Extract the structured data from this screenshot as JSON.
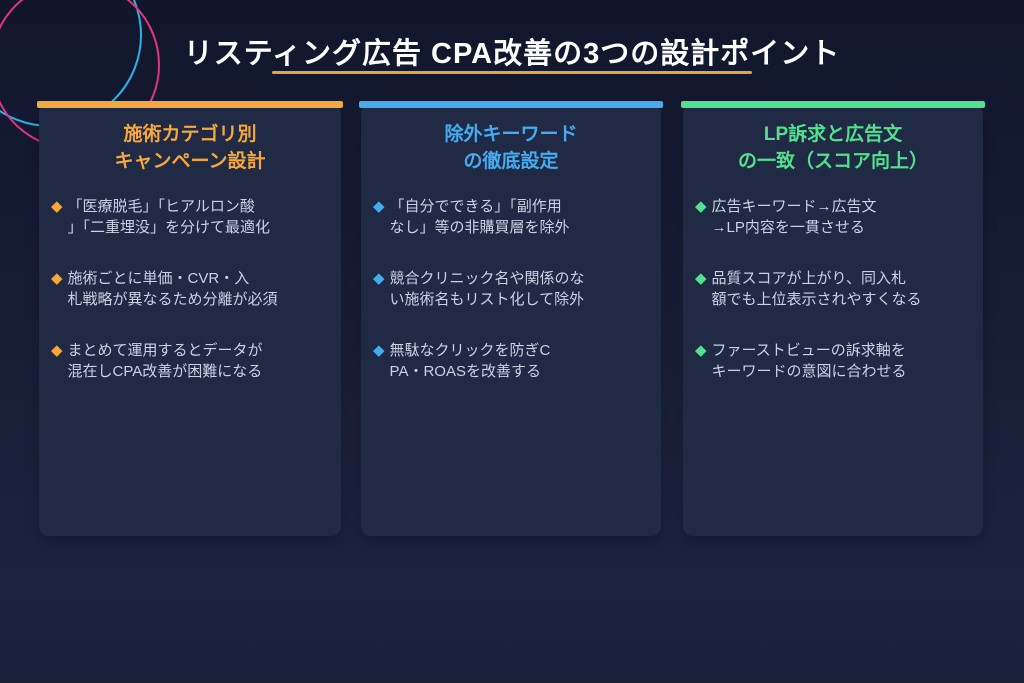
{
  "slide": {
    "title": "リスティング広告 CPA改善の3つの設計ポイント",
    "underline_color": "#e8a33c"
  },
  "decorations": {
    "circle_pink_color": "#e0357f",
    "circle_cyan_color": "#27b3e8"
  },
  "cards": [
    {
      "accent": "#f5a73c",
      "heading": "施術カテゴリ別\nキャンペーン設計",
      "bullets": [
        "「医療脱毛」「ヒアルロン酸\n」「二重埋没」を分けて最適化",
        "施術ごとに単価・CVR・入\n札戦略が異なるため分離が必須",
        "まとめて運用するとデータが\n混在しCPA改善が困難になる"
      ]
    },
    {
      "accent": "#45abf0",
      "heading": "除外キーワード\nの徹底設定",
      "bullets": [
        "「自分でできる」「副作用\nなし」等の非購買層を除外",
        "競合クリニック名や関係のな\nい施術名もリスト化して除外",
        "無駄なクリックを防ぎC\nPA・ROASを改善する"
      ]
    },
    {
      "accent": "#52e08e",
      "heading": "LP訴求と広告文\nの一致（スコア向上）",
      "bullets": [
        "広告キーワード→広告文\n→LP内容を一貫させる",
        "品質スコアが上がり、同入札\n額でも上位表示されやすくなる",
        "ファーストビューの訴求軸を\nキーワードの意図に合わせる"
      ]
    }
  ]
}
